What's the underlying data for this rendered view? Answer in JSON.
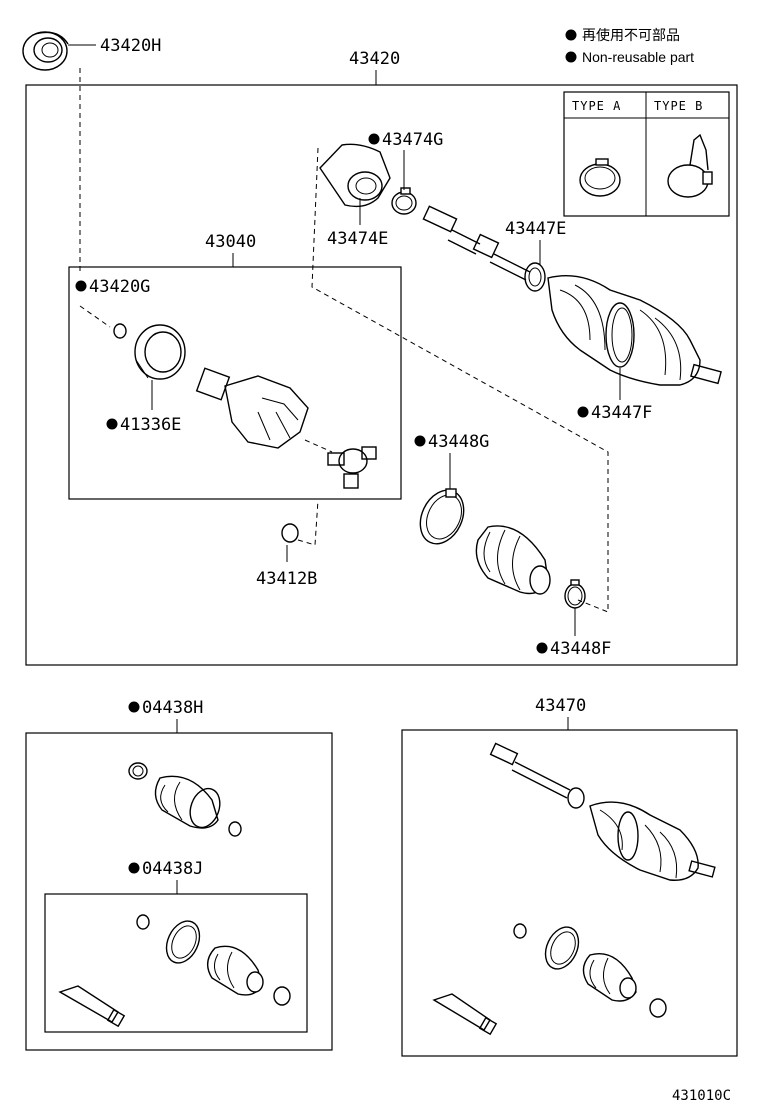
{
  "legend": {
    "marker_icon": "filled-dot-icon",
    "line_ja": "再使用不可部品",
    "line_en": "Non-reusable part"
  },
  "type_table": {
    "type_a": "TYPE A",
    "type_b": "TYPE B"
  },
  "labels": {
    "p43420h": "43420H",
    "p43420": "43420",
    "p43474g": "43474G",
    "p43474e": "43474E",
    "p43040": "43040",
    "p43447e": "43447E",
    "p43420g": "43420G",
    "p41336e": "41336E",
    "p43447f": "43447F",
    "p43448g": "43448G",
    "p43412b": "43412B",
    "p43448f": "43448F",
    "p04438h": "04438H",
    "p43470": "43470",
    "p04438j": "04438J",
    "illustration_id": "431010C"
  },
  "non_reusable": [
    "43474G",
    "43420G",
    "41336E",
    "43447F",
    "43448G",
    "43448F",
    "04438H",
    "04438J"
  ]
}
